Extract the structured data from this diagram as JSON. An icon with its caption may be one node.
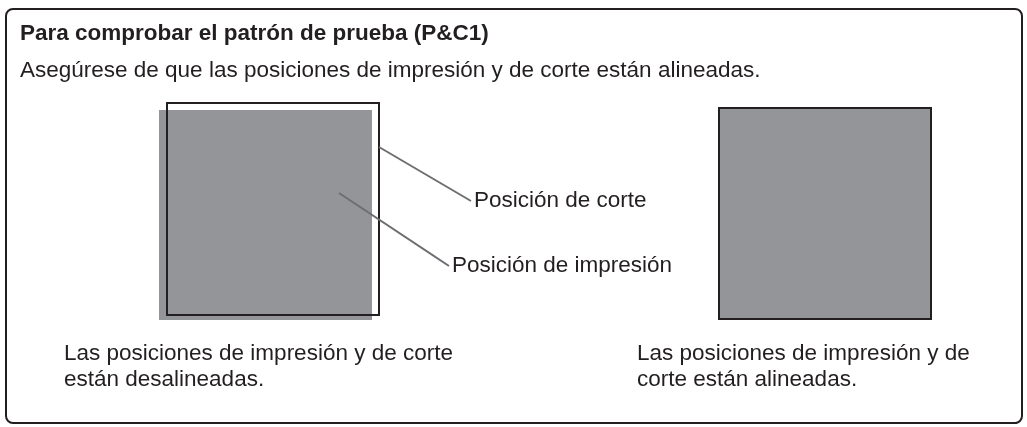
{
  "diagram": {
    "title": "Para comprobar el patrón de prueba (P&C1)",
    "nodes": [
      {
        "text": [
          "Posición de corte"
        ]
      },
      {
        "text": [
          "Posición de impresión"
        ]
      },
      {
        "text": [],
        "shape": "box"
      },
      {
        "text": [],
        "shape": "box"
      },
      {
        "text": [],
        "shape": "box"
      }
    ],
    "edges": [
      {
        "from": 0,
        "to": 2,
        "arrow": "none"
      },
      {
        "from": 1,
        "to": 3,
        "arrow": "none"
      }
    ],
    "labels": [
      "Asegúrese de que las posiciones de impresión y de corte están alineadas.",
      "Las posiciones de impresión y de corte están desalineadas.",
      "Las posiciones de impresión y de corte están alineadas."
    ]
  }
}
